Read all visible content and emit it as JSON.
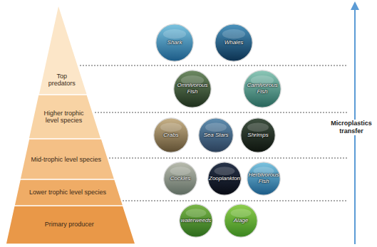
{
  "diagram": {
    "nodes": [
      {
        "text": [
          "Top predators"
        ]
      },
      {
        "text": [
          "Shark"
        ]
      },
      {
        "text": [
          "Whales"
        ]
      },
      {
        "text": [
          "Higher trophic level species"
        ]
      },
      {
        "text": [
          "Omnivorous Fish"
        ]
      },
      {
        "text": [
          "Carnivorous Fish"
        ]
      },
      {
        "text": [
          "Mid-trophic level species"
        ]
      },
      {
        "text": [
          "Crabs"
        ]
      },
      {
        "text": [
          "Sea Stars"
        ]
      },
      {
        "text": [
          "Shrimps"
        ]
      },
      {
        "text": [
          "Lower trophic level species"
        ]
      },
      {
        "text": [
          "Cockles"
        ]
      },
      {
        "text": [
          "Zooplankton"
        ]
      },
      {
        "text": [
          "Herbivorous Fish"
        ]
      },
      {
        "text": [
          "Primary producer"
        ]
      },
      {
        "text": [
          "waterweeds"
        ]
      },
      {
        "text": [
          "Alage"
        ]
      }
    ],
    "labels": [
      "Microplastics transfer"
    ]
  }
}
